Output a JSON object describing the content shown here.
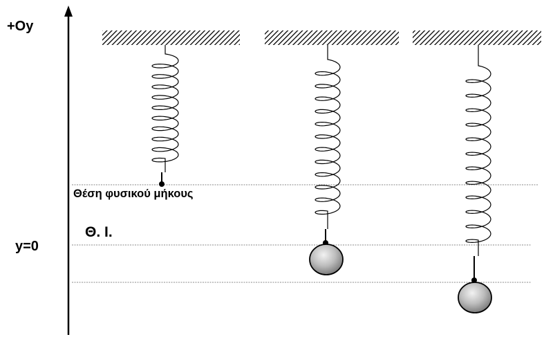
{
  "labels": {
    "axis_label": "+Oy",
    "natural_length": "Θέση φυσικού μήκους",
    "equilibrium": "Θ. Ι.",
    "origin": "y=0"
  },
  "colors": {
    "line": "#000000",
    "guide": "#888888",
    "hatch": "#000000",
    "mass_light": "#f2f2f2",
    "mass_dark": "#7d7d7d"
  }
}
